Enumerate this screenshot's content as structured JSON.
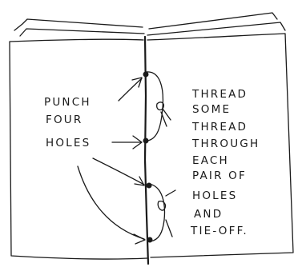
{
  "left_label_lines": [
    "PUNCH",
    "FOUR",
    "HOLES"
  ],
  "right_label_lines": [
    "THREAD",
    "SOME",
    "THREAD",
    "THROUGH",
    "EACH",
    "PAIR OF",
    "HOLES",
    "AND",
    "TIE-OFF."
  ],
  "ink_color": "#1a1a1a"
}
